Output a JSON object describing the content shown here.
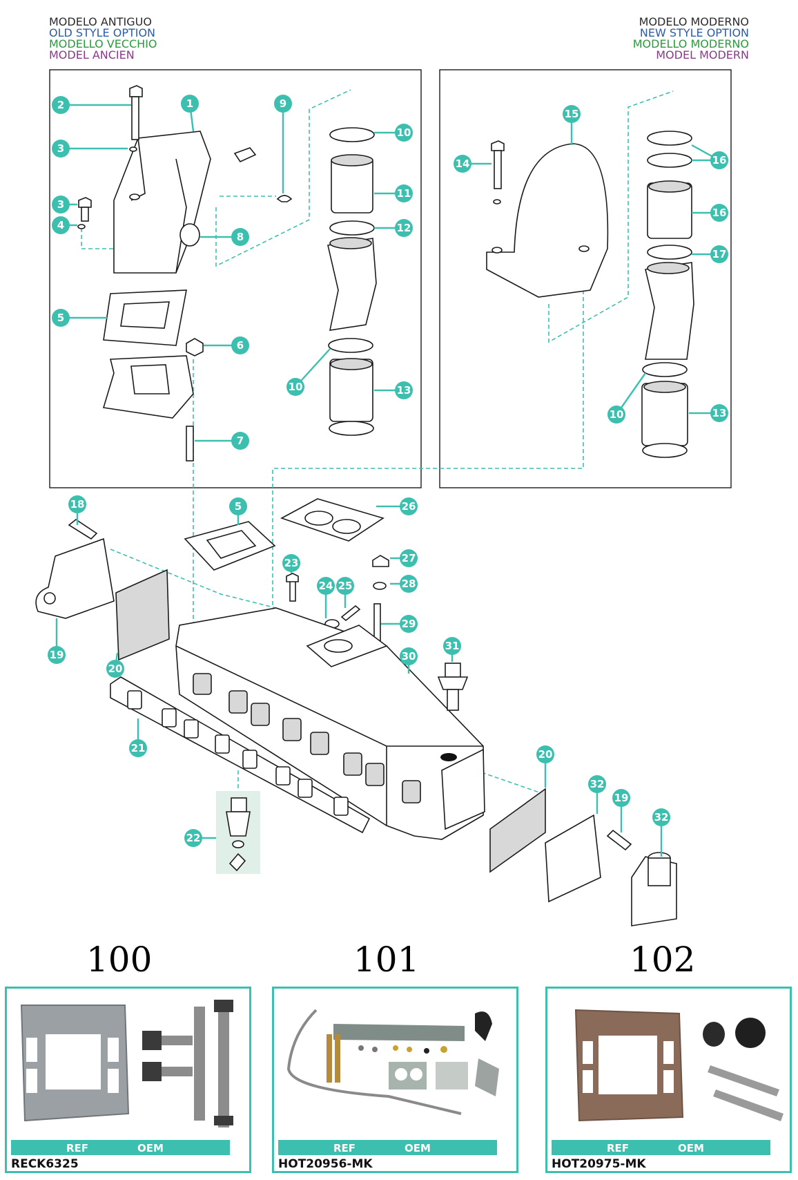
{
  "header_left": {
    "es": "MODELO ANTIGUO",
    "en": "OLD STYLE OPTION",
    "it": "MODELLO VECCHIO",
    "fr": "MODEL ANCIEN"
  },
  "header_right": {
    "es": "MODELO MODERNO",
    "en": "NEW STYLE OPTION",
    "it": "MODELLO MODERNO",
    "fr": "MODEL MODERN"
  },
  "colors": {
    "accent": "#3cbfae",
    "line": "#1a1a1a",
    "es": "#2b2b2b",
    "en": "#2b5ca8",
    "it": "#2a9a3c",
    "fr": "#8a3a8a"
  },
  "callouts": [
    "1",
    "2",
    "3",
    "3",
    "4",
    "5",
    "6",
    "7",
    "8",
    "9",
    "10",
    "11",
    "12",
    "10",
    "13",
    "14",
    "15",
    "16",
    "16",
    "17",
    "16",
    "10",
    "13",
    "18",
    "5",
    "26",
    "23",
    "27",
    "24",
    "25",
    "28",
    "29",
    "19",
    "20",
    "30",
    "31",
    "21",
    "20",
    "32",
    "19",
    "32",
    "22"
  ],
  "kits": [
    {
      "number": "100",
      "ref_label": "REF",
      "oem_label": "OEM",
      "ref": "RECK6325"
    },
    {
      "number": "101",
      "ref_label": "REF",
      "oem_label": "OEM",
      "ref": "HOT20956-MK"
    },
    {
      "number": "102",
      "ref_label": "REF",
      "oem_label": "OEM",
      "ref": "HOT20975-MK"
    }
  ]
}
